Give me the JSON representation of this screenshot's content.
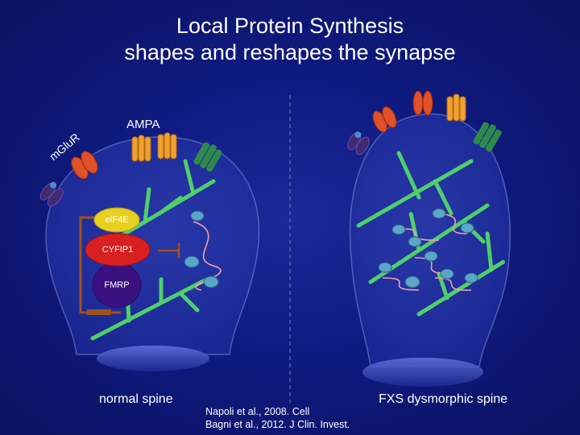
{
  "title": {
    "line1": "Local Protein Synthesis",
    "line2": "shapes and reshapes the synapse"
  },
  "labels": {
    "ampa": "AMPA",
    "mglur": "mGluR",
    "eif4e": "eIF4E",
    "cyfip1": "CYFIP1",
    "fmrp": "FMRP",
    "normal_spine": "normal spine",
    "fxs_spine": "FXS dysmorphic spine"
  },
  "references": {
    "ref1": "Napoli et al., 2008. Cell",
    "ref2": "Bagni et al., 2012. J Clin. Invest."
  },
  "colors": {
    "background": "#0f1a80",
    "actin": "#4fd06a",
    "ampa_receptor": "#f0a030",
    "mglur_receptor": "#e0502a",
    "green_channel": "#2e8a4a",
    "eif4e": "#e8d020",
    "cyfip1": "#d82020",
    "fmrp": "#3a1080",
    "inhibition_bracket": "#a0521a",
    "mrna": "#f0a0a8",
    "ribosome": "#5aa6c8"
  }
}
